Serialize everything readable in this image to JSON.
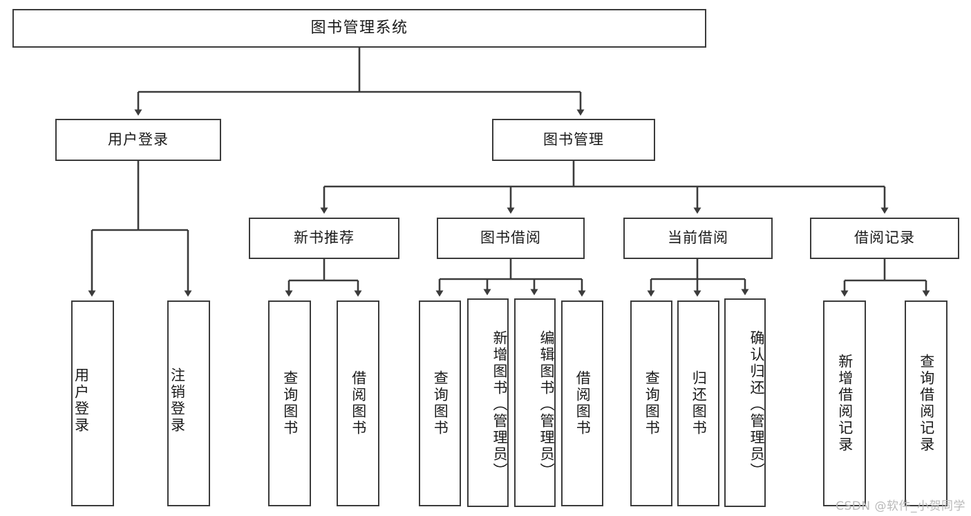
{
  "diagram": {
    "type": "tree-hierarchy",
    "title": "图书管理系统",
    "watermark": "CSDN @软件_小贺同学",
    "style": {
      "stroke": "#3b3b3b",
      "fill": "#ffffff",
      "text": "#1a1a1a",
      "watermark_color": "#b9b9b9"
    },
    "nodes": {
      "root": {
        "label": "图书管理系统"
      },
      "level1": [
        {
          "id": "user-login",
          "label": "用户登录"
        },
        {
          "id": "book-manage",
          "label": "图书管理"
        }
      ],
      "level2": [
        {
          "id": "new-book-recommend",
          "label": "新书推荐"
        },
        {
          "id": "book-borrow",
          "label": "图书借阅"
        },
        {
          "id": "current-borrow",
          "label": "当前借阅"
        },
        {
          "id": "borrow-record",
          "label": "借阅记录"
        }
      ],
      "leaves": {
        "user-login": [
          {
            "id": "leaf-user-login",
            "label": "用户登录"
          },
          {
            "id": "leaf-logout-login",
            "label": "注销登录"
          }
        ],
        "new-book-recommend": [
          {
            "id": "leaf-query-book-1",
            "label": "查询图书"
          },
          {
            "id": "leaf-borrow-book-1",
            "label": "借阅图书"
          }
        ],
        "book-borrow": [
          {
            "id": "leaf-query-book-2",
            "label": "查询图书"
          },
          {
            "id": "leaf-add-book-admin",
            "label": "新增图书（管理员）"
          },
          {
            "id": "leaf-edit-book-admin",
            "label": "编辑图书（管理员）"
          },
          {
            "id": "leaf-borrow-book-2",
            "label": "借阅图书"
          }
        ],
        "current-borrow": [
          {
            "id": "leaf-query-book-3",
            "label": "查询图书"
          },
          {
            "id": "leaf-return-book",
            "label": "归还图书"
          },
          {
            "id": "leaf-confirm-return-admin",
            "label": "确认归还（管理员）"
          }
        ],
        "borrow-record": [
          {
            "id": "leaf-add-borrow-record",
            "label": "新增借阅记录"
          },
          {
            "id": "leaf-query-borrow-record",
            "label": "查询借阅记录"
          }
        ]
      }
    }
  }
}
